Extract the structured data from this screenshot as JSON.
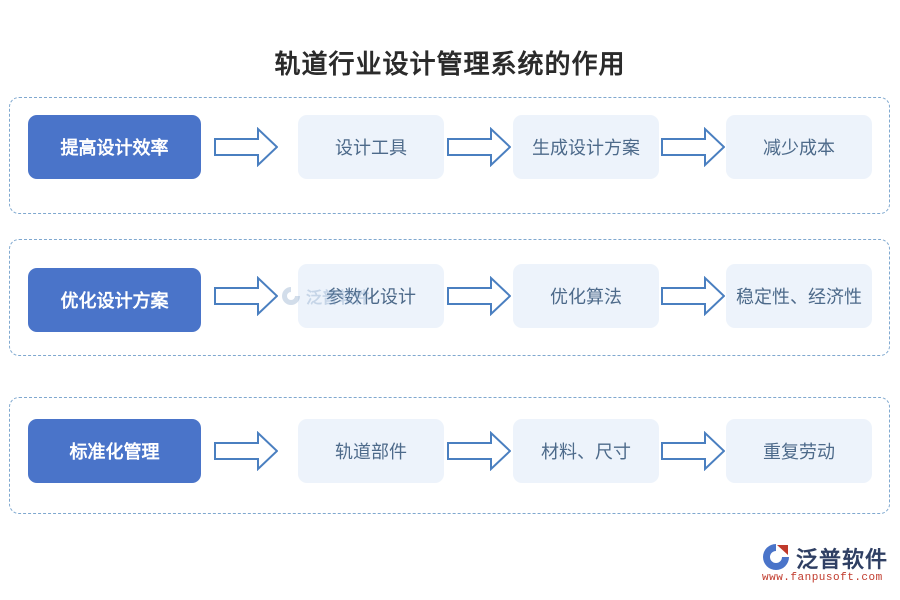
{
  "title": "轨道行业设计管理系统的作用",
  "rows": [
    {
      "lead": "提高设计效率",
      "steps": [
        "设计工具",
        "生成设计方案",
        "减少成本"
      ]
    },
    {
      "lead": "优化设计方案",
      "steps": [
        "参数化设计",
        "优化算法",
        "稳定性、经济性"
      ]
    },
    {
      "lead": "标准化管理",
      "steps": [
        "轨道部件",
        "材料、尺寸",
        "重复劳动"
      ]
    }
  ],
  "watermark": {
    "text": "泛普软件",
    "url": "www.fanpusoft.com"
  },
  "colors": {
    "lead_bg": "#4a74c9",
    "step_bg": "#edf3fb",
    "border": "#7fa8cf",
    "arrow": "#4a7fc0",
    "logo_red": "#c0392b"
  }
}
